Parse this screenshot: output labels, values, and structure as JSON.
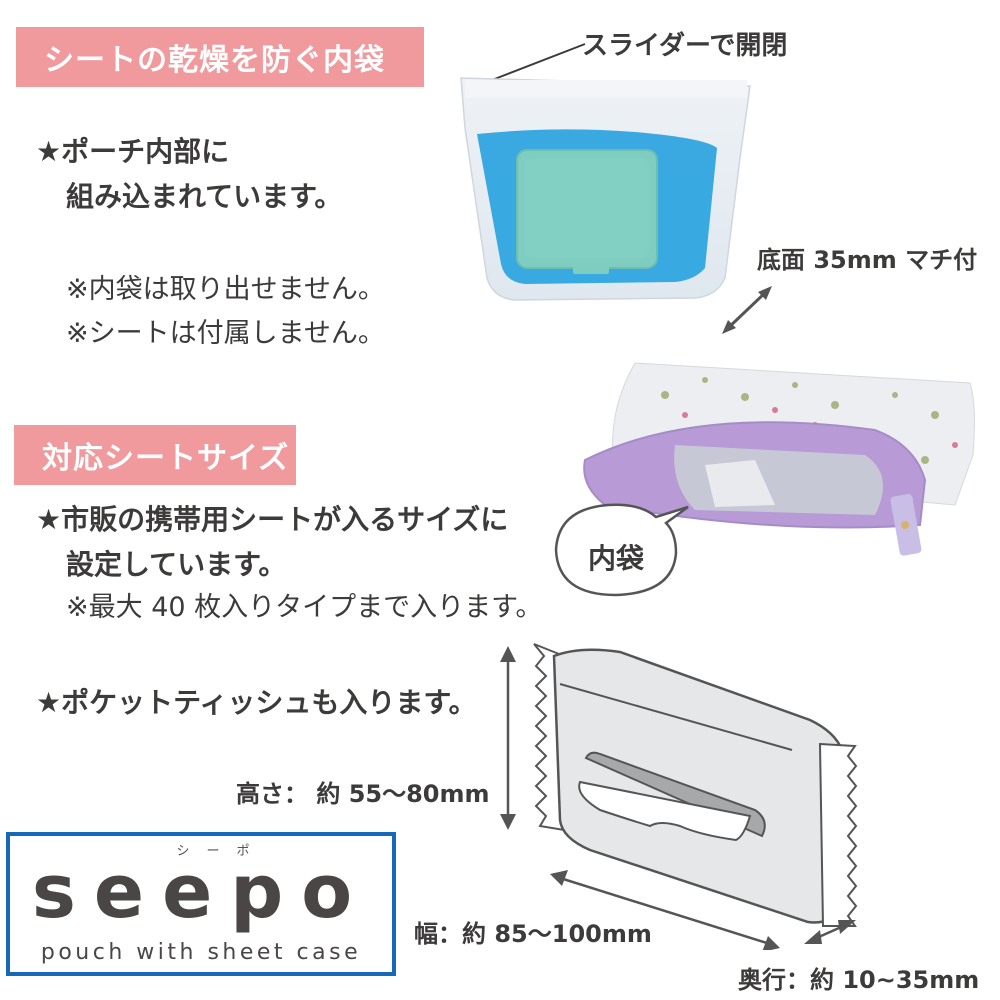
{
  "section1": {
    "banner": "シートの乾燥を防ぐ内袋",
    "point_line1": "★ポーチ内部に",
    "point_line2": "組み込まれています。",
    "note1": "※内袋は取り出せません。",
    "note2": "※シートは付属しません。",
    "slider_label": "スライダーで開閉",
    "gusset_label": "底面 35mm マチ付"
  },
  "section2": {
    "banner": "対応シートサイズ",
    "point_line1": "★市販の携帯用シートが入るサイズに",
    "point_line2": "設定しています。",
    "note": "※最大 40 枚入りタイプまで入ります。",
    "tissue_point": "★ポケットティッシュも入ります。",
    "inner_bag_callout": "内袋"
  },
  "dimensions": {
    "height": "高さ： 約 55〜80mm",
    "width": "幅：約 85〜100mm",
    "depth": "奥行：約 10~35mm"
  },
  "logo": {
    "ruby": "シ　ー　ポ",
    "name": "seepo",
    "tagline": "pouch with sheet case"
  },
  "colors": {
    "banner": "#f09a9d",
    "logo_border": "#1569b8",
    "text": "#3d3a3a",
    "lid": "#7ecdc0",
    "sheet_pack": "#2aa3e0",
    "pouch_lining": "#b79ad6"
  }
}
